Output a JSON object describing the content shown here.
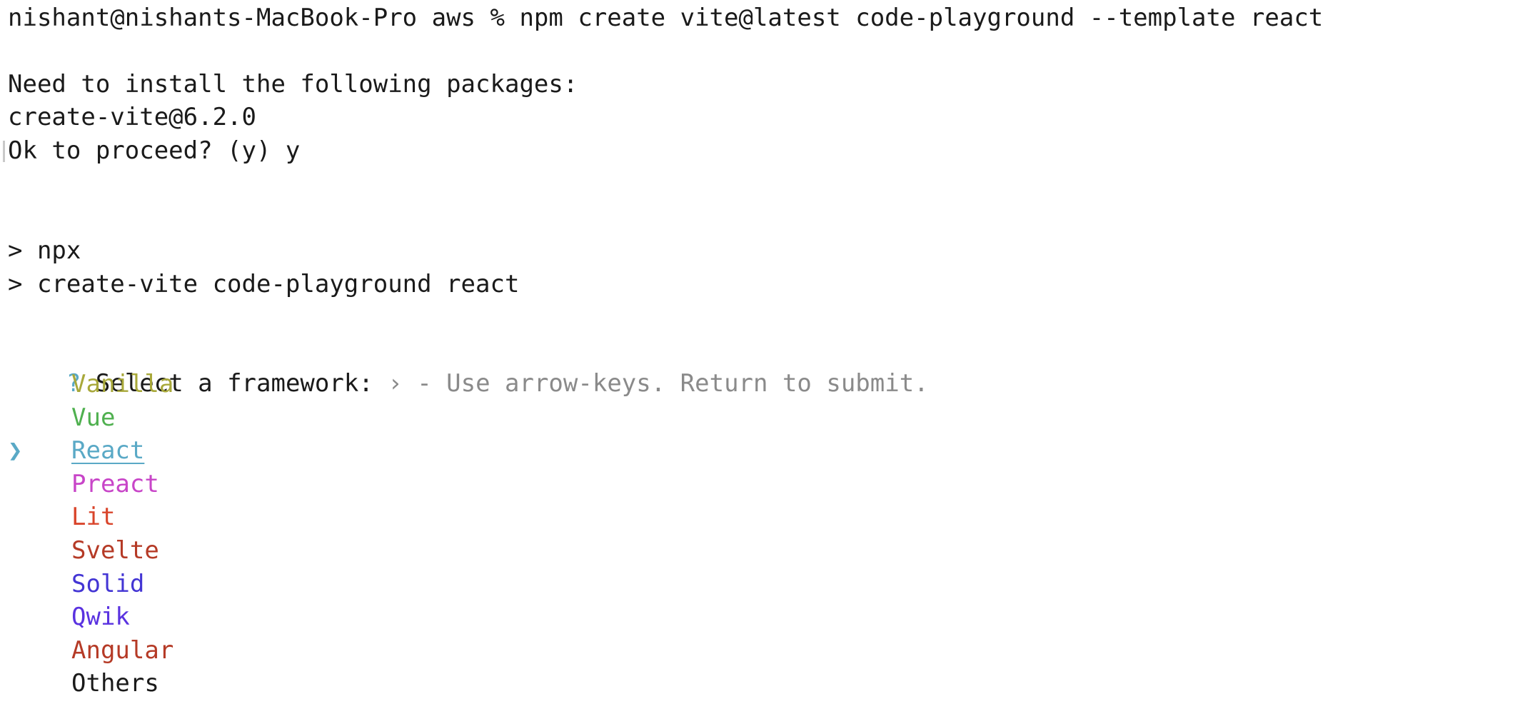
{
  "terminal": {
    "prompt_line": "nishant@nishants-MacBook-Pro aws % npm create vite@latest code-playground --template react",
    "install_notice": "Need to install the following packages:",
    "package_name": "create-vite@6.2.0",
    "proceed_question": "Ok to proceed? (y) y",
    "npx_line_1": "> npx",
    "npx_line_2": "> create-vite code-playground react",
    "question_mark": "?",
    "question_label": "Select a framework:",
    "question_hint": " › - Use arrow-keys. Return to submit.",
    "pointer_glyph": "❯",
    "options": [
      {
        "label": "Vanilla",
        "color": "#a8a83a"
      },
      {
        "label": "Vue",
        "color": "#4fb04f"
      },
      {
        "label": "React",
        "color": "#5aa9c6",
        "selected": true
      },
      {
        "label": "Preact",
        "color": "#c845c8"
      },
      {
        "label": "Lit",
        "color": "#d9452b"
      },
      {
        "label": "Svelte",
        "color": "#b53a26"
      },
      {
        "label": "Solid",
        "color": "#4335d4"
      },
      {
        "label": "Qwik",
        "color": "#5a32e0"
      },
      {
        "label": "Angular",
        "color": "#b53a26"
      },
      {
        "label": "Others",
        "color": "#1a1a1a"
      }
    ]
  }
}
